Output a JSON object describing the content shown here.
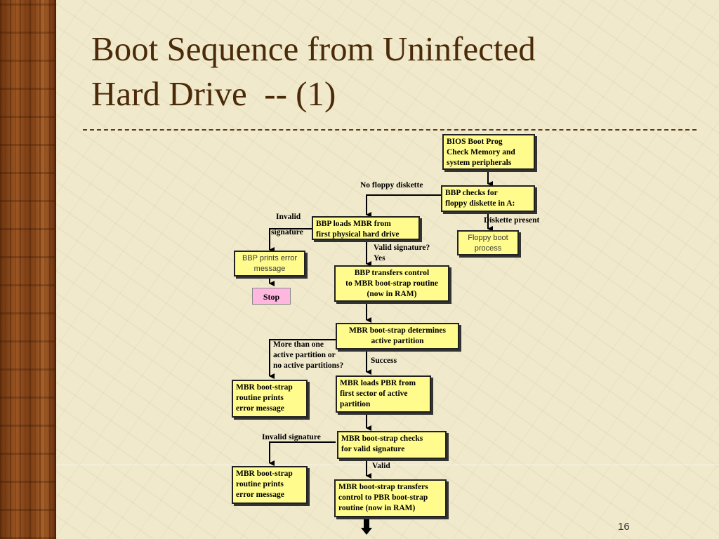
{
  "slide": {
    "title_line1": "Boot Sequence from Uninfected",
    "title_line2": "Hard Drive  -- (1)",
    "page_number": "16"
  },
  "flowchart": {
    "boxes": {
      "bios": "BIOS Boot Prog\nCheck Memory and\nsystem peripherals",
      "bbp_checks": "BBP checks for\nfloppy diskette in A:",
      "bbp_loads_mbr": "BBP loads MBR from\nfirst physical hard drive",
      "floppy_boot": "Floppy boot\nprocess",
      "bbp_prints_error": "BBP prints error\nmessage",
      "stop": "Stop",
      "bbp_transfers": "BBP transfers control\nto MBR boot-strap routine\n(now in RAM)",
      "mbr_determines": "MBR boot-strap determines\nactive partition",
      "mbr_error_1": "MBR boot-strap\nroutine prints\nerror message",
      "mbr_loads_pbr": "MBR loads PBR from\nfirst sector of active\npartition",
      "mbr_checks": "MBR boot-strap checks\nfor valid signature",
      "mbr_error_2": "MBR boot-strap\nroutine prints\nerror message",
      "mbr_transfers": "MBR boot-strap transfers\ncontrol to PBR boot-strap\nroutine (now in RAM)"
    },
    "labels": {
      "no_floppy": "No floppy diskette",
      "diskette_present": "Diskette present",
      "invalid": "Invalid",
      "signature": "signature",
      "valid_signature_yes": "Valid signature?\nYes",
      "more_than_one": "More than one\nactive partition or\nno active partitions?",
      "success": "Success",
      "invalid_signature": "Invalid signature",
      "valid": "Valid"
    }
  }
}
